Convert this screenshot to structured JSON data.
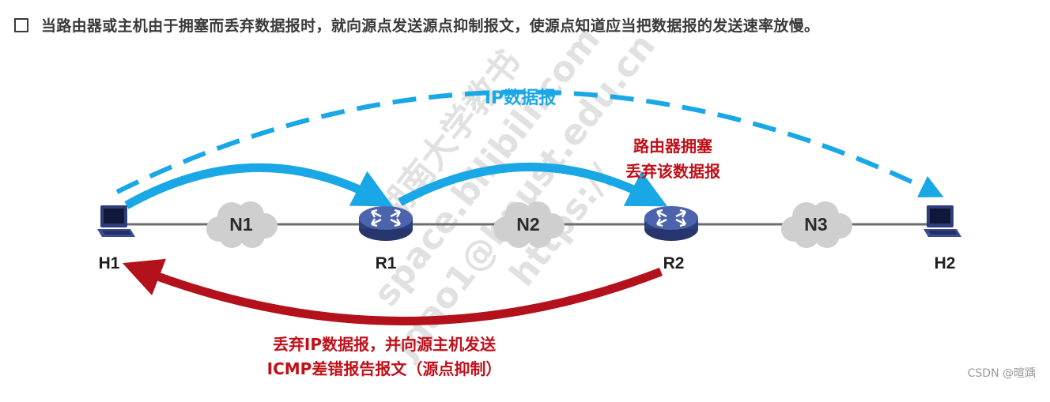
{
  "heading": {
    "text": "当路由器或主机由于拥塞而丢弃数据报时，就向源点发送源点抑制报文，使源点知道应当把数据报的发送速率放慢。"
  },
  "nodes": {
    "h1": "H1",
    "r1": "R1",
    "r2": "R2",
    "h2": "H2",
    "router_badge": "ROUTER"
  },
  "networks": {
    "n1": "N1",
    "n2": "N2",
    "n3": "N3"
  },
  "labels": {
    "ip_datagram": "IP数据报",
    "congestion_line1": "路由器拥塞",
    "congestion_line2": "丢弃该数据报",
    "icmp_line1": "丢弃IP数据报，并向源主机发送",
    "icmp_line2": "ICMP差错报告报文（源点抑制）"
  },
  "watermark": {
    "line1": "湖南大学教书",
    "line2": "space.bilibili.com",
    "line3": "jgao1@hnust.edu.cn",
    "line4": "https://"
  },
  "credit": "CSDN @暄踽",
  "colors": {
    "blue_arrow": "#1aa7e6",
    "red_arrow": "#b3111b",
    "red_text": "#c0101a",
    "link_line": "#6e6e6e",
    "cloud": "#cfcfcf",
    "router": "#3b4f91"
  }
}
